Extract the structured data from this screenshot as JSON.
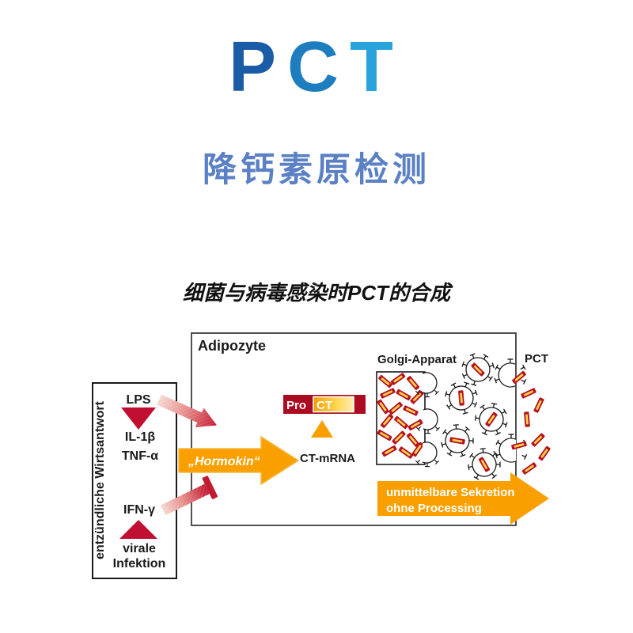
{
  "title": {
    "letters": [
      {
        "ch": "P",
        "color": "#1b5ca6"
      },
      {
        "ch": "C",
        "color": "#1e7dbf"
      },
      {
        "ch": "T",
        "color": "#2aa3dc"
      }
    ]
  },
  "subtitle": {
    "text": "降钙素原检测",
    "color": "#5b80c4"
  },
  "diagram": {
    "caption": "细菌与病毒感染时PCT的合成",
    "host_box": {
      "label": "entzündliche Wirtsantwort",
      "lps": "LPS",
      "il1b": "IL-1β",
      "tnfa": "TNF-α",
      "ifng": "IFN-γ",
      "viral_line1": "virale",
      "viral_line2": "Infektion"
    },
    "cell": {
      "label": "Adipozyte"
    },
    "hormokin": {
      "label": "„Hormokin“"
    },
    "proct": {
      "pro": "Pro",
      "ct": "CT"
    },
    "ct_mrna": {
      "label": "CT-mRNA"
    },
    "golgi": {
      "label": "Golgi-Apparat"
    },
    "pct": {
      "label": "PCT"
    },
    "secretion": {
      "line1": "unmittelbare Sekretion",
      "line2": "ohne Processing"
    }
  },
  "colors": {
    "crimson": "#c00f31",
    "orange": "#F9A000",
    "orange_stroke": "#f6b93c",
    "rod_red": "#b5121f",
    "rod_yellow": "#ffd24a",
    "proct_red": "#ab0c22",
    "arrow_red": "#c21b31",
    "box_border": "#3c3c3c"
  }
}
